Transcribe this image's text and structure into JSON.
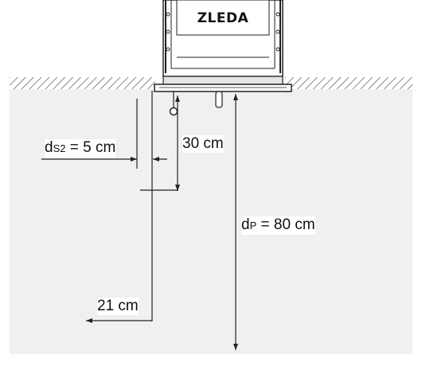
{
  "diagram": {
    "brand": "ZLEDA",
    "labels": {
      "ds2_main": "d",
      "ds2_sub": "S2",
      "ds2_value": " = 5 cm",
      "h30": "30 cm",
      "dp_main": "d",
      "dp_sub": "P",
      "dp_value": " = 80 cm",
      "h21": "21 cm"
    }
  },
  "colors": {
    "ground": "#f0f0f0",
    "line": "#222222",
    "hatch": "#555555"
  }
}
